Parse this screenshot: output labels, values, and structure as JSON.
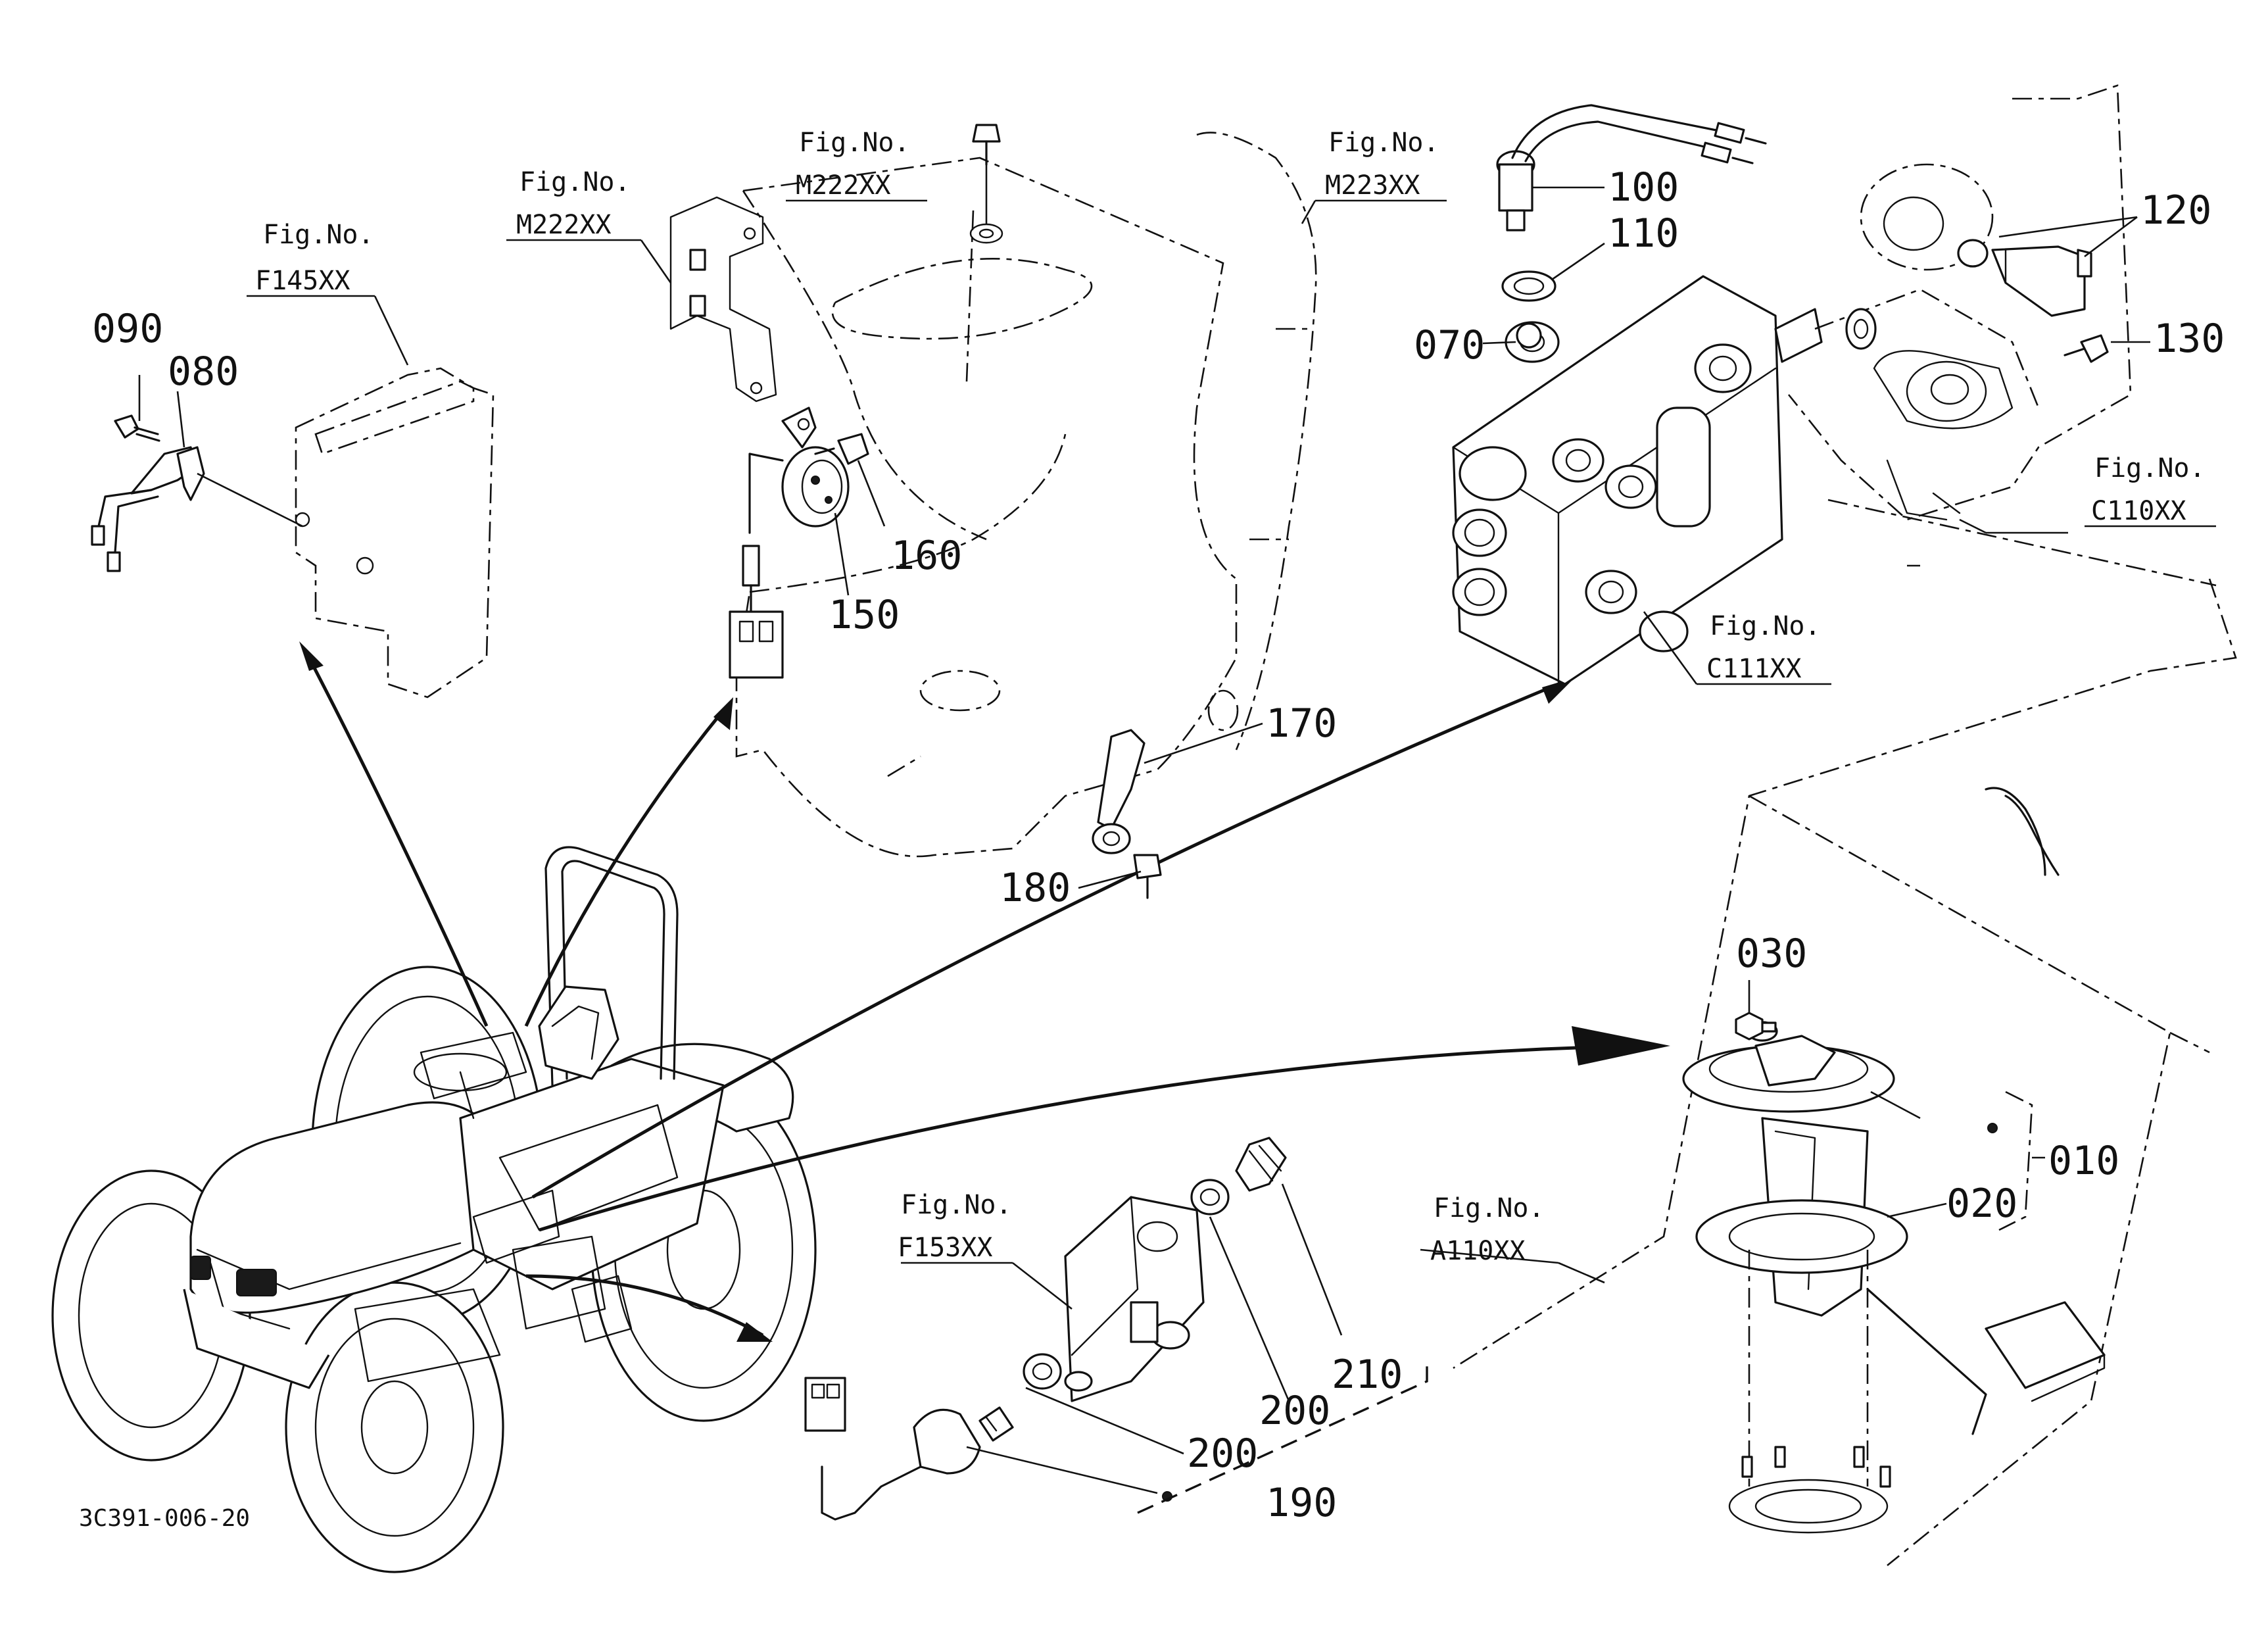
{
  "diagram_code": "3C391-006-20",
  "figure_refs": {
    "f145": {
      "label": "Fig.No.",
      "code": "F145XX"
    },
    "m222_left": {
      "label": "Fig.No.",
      "code": "M222XX"
    },
    "m222_top": {
      "label": "Fig.No.",
      "code": "M222XX"
    },
    "m223": {
      "label": "Fig.No.",
      "code": "M223XX"
    },
    "c110": {
      "label": "Fig.No.",
      "code": "C110XX"
    },
    "c111": {
      "label": "Fig.No.",
      "code": "C111XX"
    },
    "f153": {
      "label": "Fig.No.",
      "code": "F153XX"
    },
    "a110": {
      "label": "Fig.No.",
      "code": "A110XX"
    }
  },
  "callouts": {
    "p010": "010",
    "p020": "020",
    "p030": "030",
    "p070": "070",
    "p080": "080",
    "p090": "090",
    "p100": "100",
    "p110": "110",
    "p120": "120",
    "p130": "130",
    "p150": "150",
    "p160": "160",
    "p170": "170",
    "p180": "180",
    "p190": "190",
    "p200a": "200",
    "p200b": "200",
    "p210": "210"
  }
}
